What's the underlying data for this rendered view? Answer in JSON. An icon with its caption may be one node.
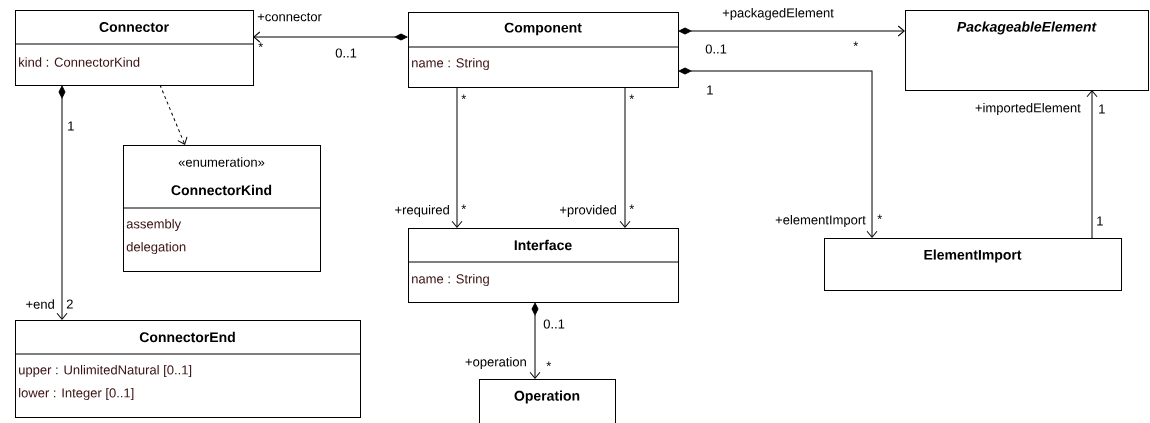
{
  "diagram": {
    "nodes": [
      {
        "text": [
          "Connector",
          "kind : ConnectorKind"
        ]
      },
      {
        "text": [
          "Component",
          "name : String"
        ]
      },
      {
        "text": [
          "PackageableElement"
        ]
      },
      {
        "text": [
          "«enumeration»",
          "ConnectorKind",
          "assembly",
          "delegation"
        ]
      },
      {
        "text": [
          "Interface",
          "name : String"
        ]
      },
      {
        "text": [
          "ElementImport"
        ]
      },
      {
        "text": [
          "ConnectorEnd",
          "upper : UnlimitedNatural [0..1]",
          "lower : Integer [0..1]"
        ]
      },
      {
        "text": [
          "Operation"
        ]
      }
    ],
    "edges": [
      {
        "from": 1,
        "to": 0,
        "arrow": "to"
      },
      {
        "from": 0,
        "to": 3,
        "arrow": "to",
        "style": "dashed"
      },
      {
        "from": 0,
        "to": 6,
        "arrow": "to"
      },
      {
        "from": 1,
        "to": 4,
        "arrow": "to"
      },
      {
        "from": 1,
        "to": 4,
        "arrow": "to"
      },
      {
        "from": 4,
        "to": 7,
        "arrow": "to"
      },
      {
        "from": 1,
        "to": 2,
        "arrow": "to"
      },
      {
        "from": 1,
        "to": 5,
        "arrow": "to"
      },
      {
        "from": 5,
        "to": 2,
        "arrow": "to"
      }
    ],
    "labels": [
      "+connector",
      "+packagedElement",
      "*",
      "0..1",
      "0..1",
      "*",
      "1",
      "*",
      "*",
      "+importedElement",
      "1",
      "1",
      "+required",
      "*",
      "+provided",
      "*",
      "+elementImport",
      "*",
      "1",
      "+end",
      "2",
      "0..1",
      "+operation",
      "*"
    ]
  }
}
